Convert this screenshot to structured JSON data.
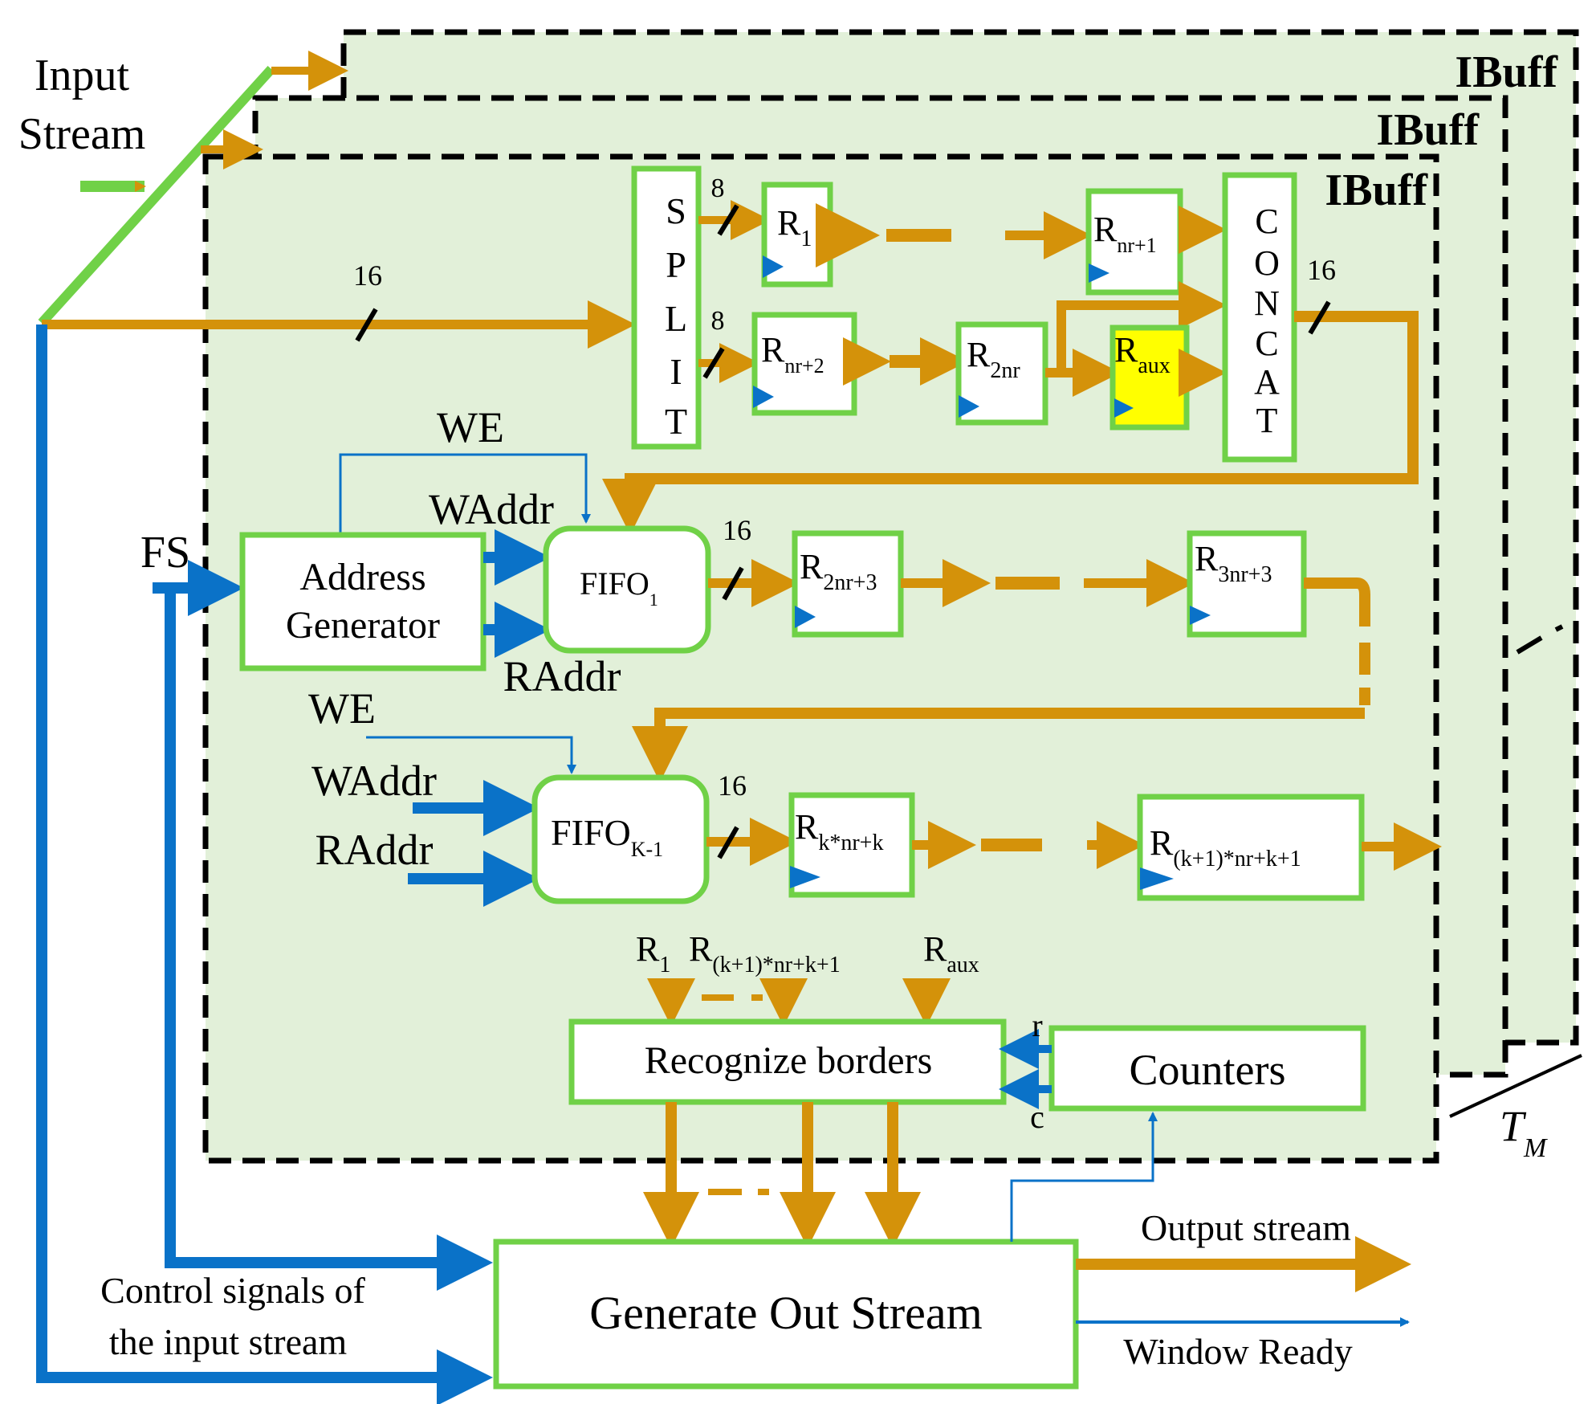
{
  "colors": {
    "buffer_fill": "#e2f0d9",
    "block_border": "#70d147",
    "data_arrow": "#d4920a",
    "control_arrow": "#0a72c8",
    "highlight": "#ffff00"
  },
  "input_stream": [
    "Input",
    "Stream"
  ],
  "ibuff_label": "IBuff",
  "width_labels": {
    "w16": "16",
    "w8": "8"
  },
  "split": [
    "S",
    "P",
    "L",
    "I",
    "T"
  ],
  "concat": [
    "C",
    "O",
    "N",
    "C",
    "A",
    "T"
  ],
  "registers": {
    "r1": {
      "main": "R",
      "sub": "1"
    },
    "rnr1": {
      "main": "R",
      "sub": "nr+1"
    },
    "rnr2": {
      "main": "R",
      "sub": "nr+2"
    },
    "r2nr": {
      "main": "R",
      "sub": "2nr"
    },
    "raux": {
      "main": "R",
      "sub": "aux"
    },
    "r2nr3": {
      "main": "R",
      "sub": "2nr+3"
    },
    "r3nr3": {
      "main": "R",
      "sub": "3nr+3"
    },
    "rknrk": {
      "main": "R",
      "sub": "k*nr+k"
    },
    "rk1": {
      "main": "R",
      "sub": "(k+1)*nr+k+1"
    }
  },
  "fifo1": {
    "main": "FIFO",
    "sub": "1"
  },
  "fifok": {
    "main": "FIFO",
    "sub": "K-1"
  },
  "address_generator": [
    "Address",
    "Generator"
  ],
  "signals": {
    "we": "WE",
    "waddr": "WAddr",
    "raddr": "RAddr",
    "fs": "FS",
    "r": "r",
    "c": "c"
  },
  "recognize_borders": "Recognize borders",
  "counters": "Counters",
  "generate_out_stream": "Generate Out Stream",
  "output_stream": "Output stream",
  "window_ready": "Window Ready",
  "control_signals": [
    "Control signals of",
    "the input stream"
  ],
  "tm": {
    "main": "T",
    "sub": "M"
  }
}
